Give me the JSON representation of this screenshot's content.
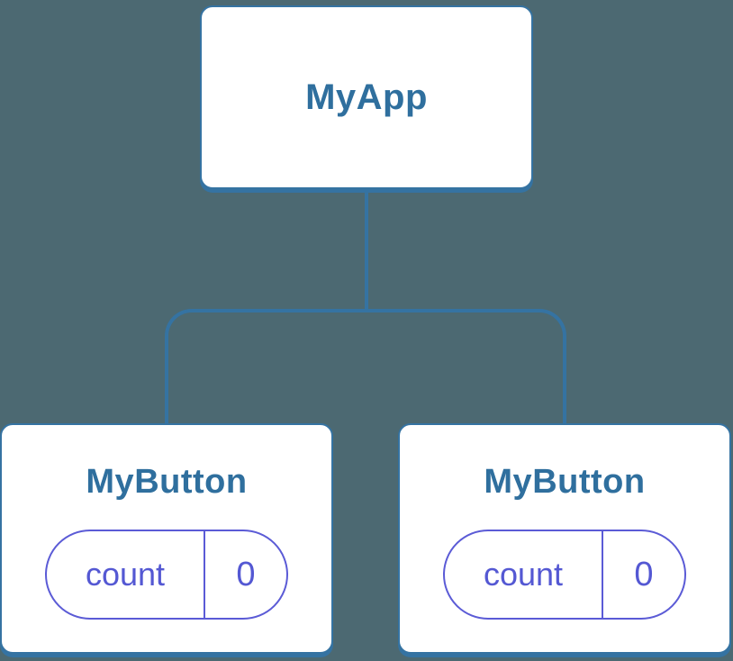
{
  "colors": {
    "background": "#4C6972",
    "tree_blue": "#3573A2",
    "label_blue": "#2F6F9E",
    "state_indigo_border": "#5B5BD6",
    "state_indigo_text": "#5458D3",
    "box_fill": "#FFFFFF"
  },
  "tree": {
    "root": {
      "label": "MyApp"
    },
    "children": [
      {
        "label": "MyButton",
        "state": {
          "key": "count",
          "value": "0"
        }
      },
      {
        "label": "MyButton",
        "state": {
          "key": "count",
          "value": "0"
        }
      }
    ]
  }
}
